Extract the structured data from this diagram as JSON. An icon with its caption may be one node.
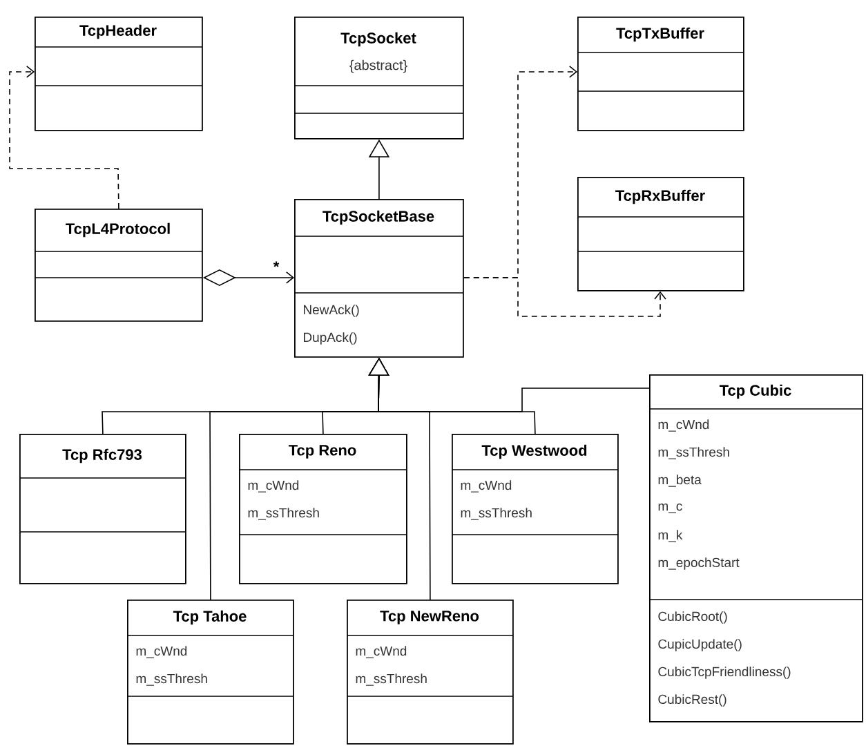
{
  "diagram": {
    "nodes": [
      {
        "text": [
          "TcpHeader"
        ]
      },
      {
        "text": [
          "TcpSocket",
          "{abstract}"
        ]
      },
      {
        "text": [
          "TcpTxBuffer"
        ]
      },
      {
        "text": [
          "TcpL4Protocol"
        ]
      },
      {
        "text": [
          "TcpSocketBase",
          "NewAck()",
          "DupAck()"
        ]
      },
      {
        "text": [
          "TcpRxBuffer"
        ]
      },
      {
        "text": [
          "Tcp Rfc793"
        ]
      },
      {
        "text": [
          "Tcp Reno",
          "m_cWnd",
          "m_ssThresh"
        ]
      },
      {
        "text": [
          "Tcp Westwood",
          "m_cWnd",
          "m_ssThresh"
        ]
      },
      {
        "text": [
          "Tcp Cubic",
          "m_cWnd",
          "m_ssThresh",
          "m_beta",
          "m_c",
          "m_k",
          "m_epochStart",
          "CubicRoot()",
          "CupicUpdate()",
          "CubicTcpFriendliness()",
          "CubicRest()"
        ]
      },
      {
        "text": [
          "Tcp Tahoe",
          "m_cWnd",
          "m_ssThresh"
        ]
      },
      {
        "text": [
          "Tcp NewReno",
          "m_cWnd",
          "m_ssThresh"
        ]
      }
    ],
    "edges": [
      {
        "from": 3,
        "to": 0,
        "arrow": "to",
        "style": "dashed"
      },
      {
        "from": 3,
        "to": 4,
        "arrow": "to",
        "label": "*"
      },
      {
        "from": 4,
        "to": 1,
        "arrow": "to"
      },
      {
        "from": 4,
        "to": 2,
        "arrow": "to",
        "style": "dashed"
      },
      {
        "from": 4,
        "to": 5,
        "arrow": "to",
        "style": "dashed"
      },
      {
        "from": 6,
        "to": 4,
        "arrow": "to"
      },
      {
        "from": 7,
        "to": 4,
        "arrow": "to"
      },
      {
        "from": 8,
        "to": 4,
        "arrow": "to"
      },
      {
        "from": 9,
        "to": 4,
        "arrow": "to"
      },
      {
        "from": 10,
        "to": 4,
        "arrow": "to"
      },
      {
        "from": 11,
        "to": 4,
        "arrow": "to"
      }
    ]
  }
}
